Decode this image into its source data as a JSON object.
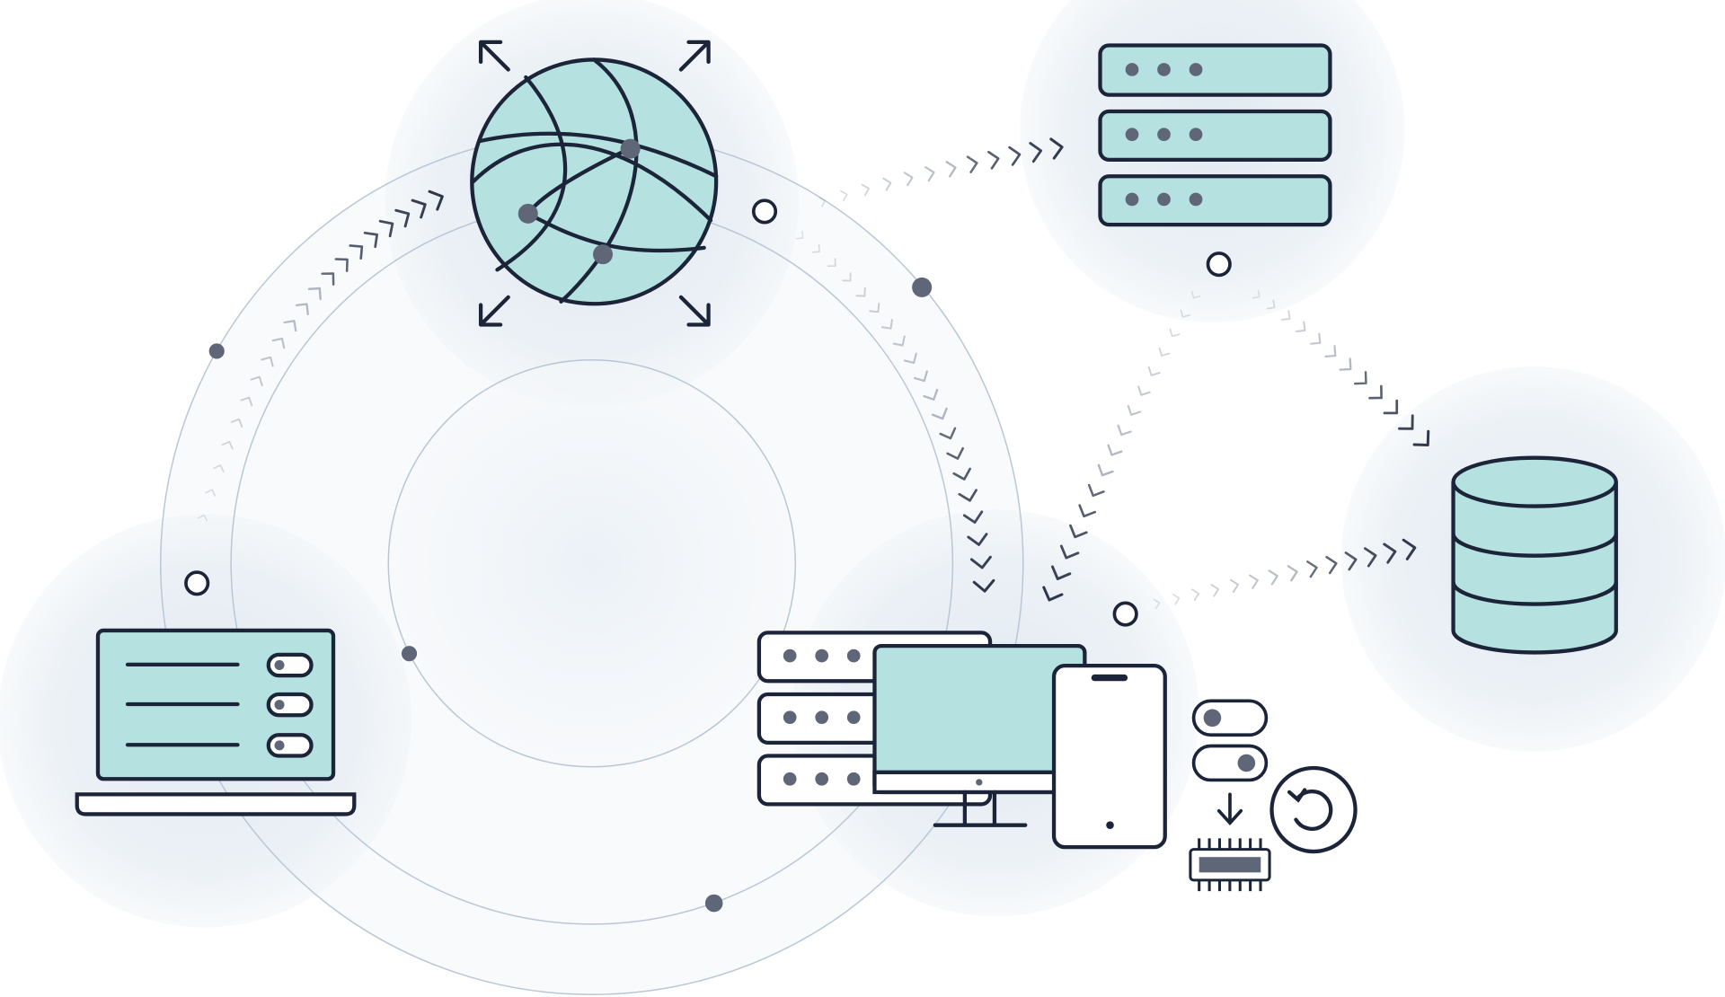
{
  "diagram": {
    "nodes": [
      {
        "id": "globe",
        "icon": "globe-network-icon"
      },
      {
        "id": "server-rack",
        "icon": "server-rack-icon"
      },
      {
        "id": "database",
        "icon": "database-icon"
      },
      {
        "id": "laptop",
        "icon": "laptop-icon"
      },
      {
        "id": "devices",
        "icon": "devices-cluster-icon"
      }
    ],
    "connections": [
      {
        "from": "laptop",
        "to": "globe"
      },
      {
        "from": "globe",
        "to": "server-rack"
      },
      {
        "from": "globe",
        "to": "devices"
      },
      {
        "from": "server-rack",
        "to": "devices"
      },
      {
        "from": "server-rack",
        "to": "database"
      },
      {
        "from": "devices",
        "to": "database"
      }
    ]
  },
  "colors": {
    "accent": "#b5e1e0",
    "stroke": "#1b2438",
    "dot": "#5e6678",
    "halo": "#e6edf3",
    "ring": "#b8c6d6",
    "arrow": "#8a93a3"
  }
}
